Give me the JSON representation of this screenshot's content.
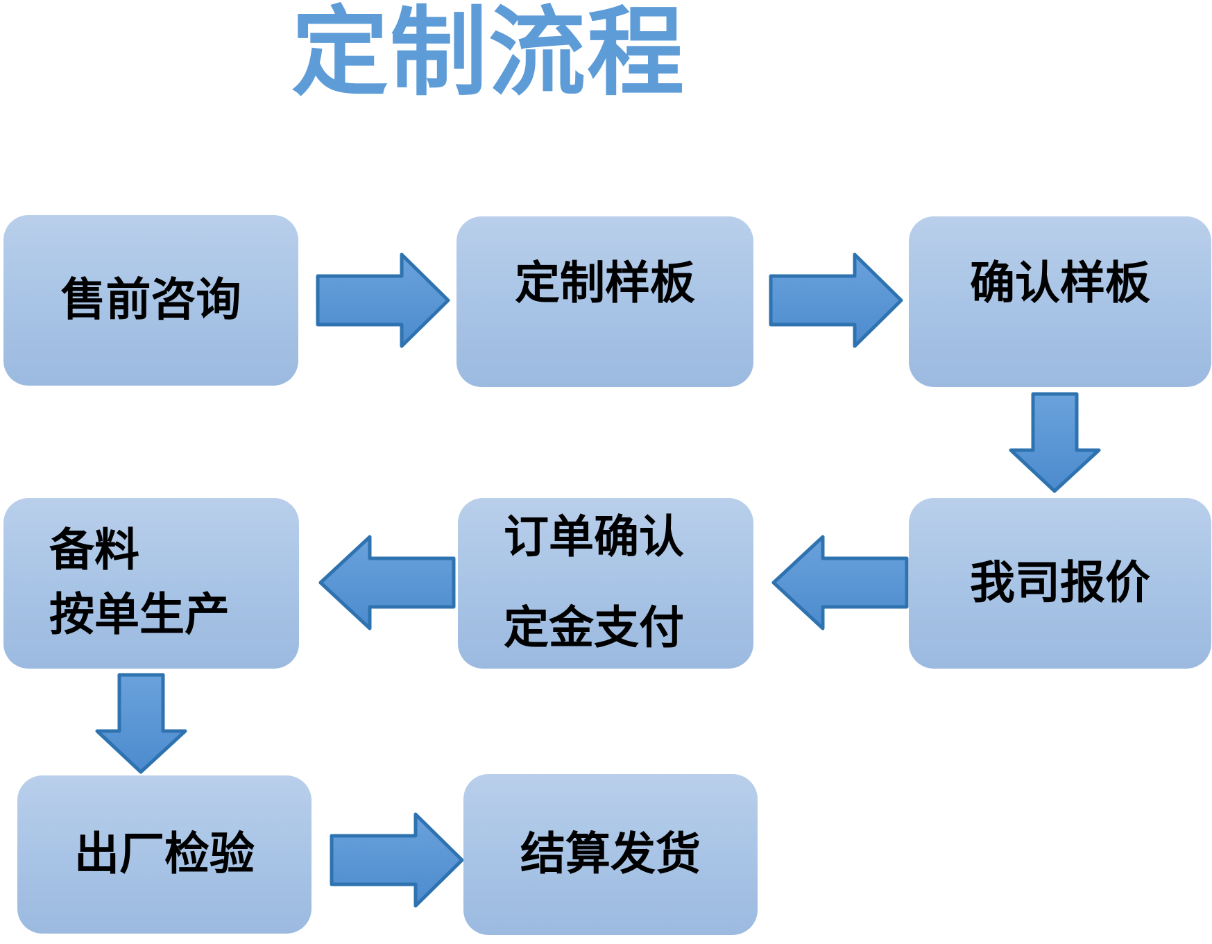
{
  "title": "定制流程",
  "steps": {
    "presales": {
      "label": "售前咨询"
    },
    "custom_sample": {
      "label": "定制样板"
    },
    "confirm_sample": {
      "label": "确认样板"
    },
    "company_quote": {
      "label": "我司报价"
    },
    "order_confirm": {
      "line1": "订单确认",
      "line2": "定金支付"
    },
    "prepare_produce": {
      "line1": "备料",
      "line2": "按单生产"
    },
    "factory_inspection": {
      "label": "出厂检验"
    },
    "settle_ship": {
      "label": "结算发货"
    }
  },
  "flow_arrows": [
    {
      "from": "售前咨询",
      "to": "定制样板",
      "direction": "right"
    },
    {
      "from": "定制样板",
      "to": "确认样板",
      "direction": "right"
    },
    {
      "from": "确认样板",
      "to": "我司报价",
      "direction": "down"
    },
    {
      "from": "我司报价",
      "to": "订单确认 定金支付",
      "direction": "left"
    },
    {
      "from": "订单确认 定金支付",
      "to": "备料 按单生产",
      "direction": "left"
    },
    {
      "from": "备料 按单生产",
      "to": "出厂检验",
      "direction": "down"
    },
    {
      "from": "出厂检验",
      "to": "结算发货",
      "direction": "right"
    }
  ],
  "colors": {
    "background": "#FFFFFF",
    "title_text": "#5E9CD8",
    "box_fill_top": "#B9CFEB",
    "box_fill_bottom": "#9CBAE0",
    "arrow_fill_top": "#6AA2DC",
    "arrow_fill_bottom": "#4C8BCE",
    "arrow_border": "#2E73B0",
    "step_text": "#000000"
  }
}
